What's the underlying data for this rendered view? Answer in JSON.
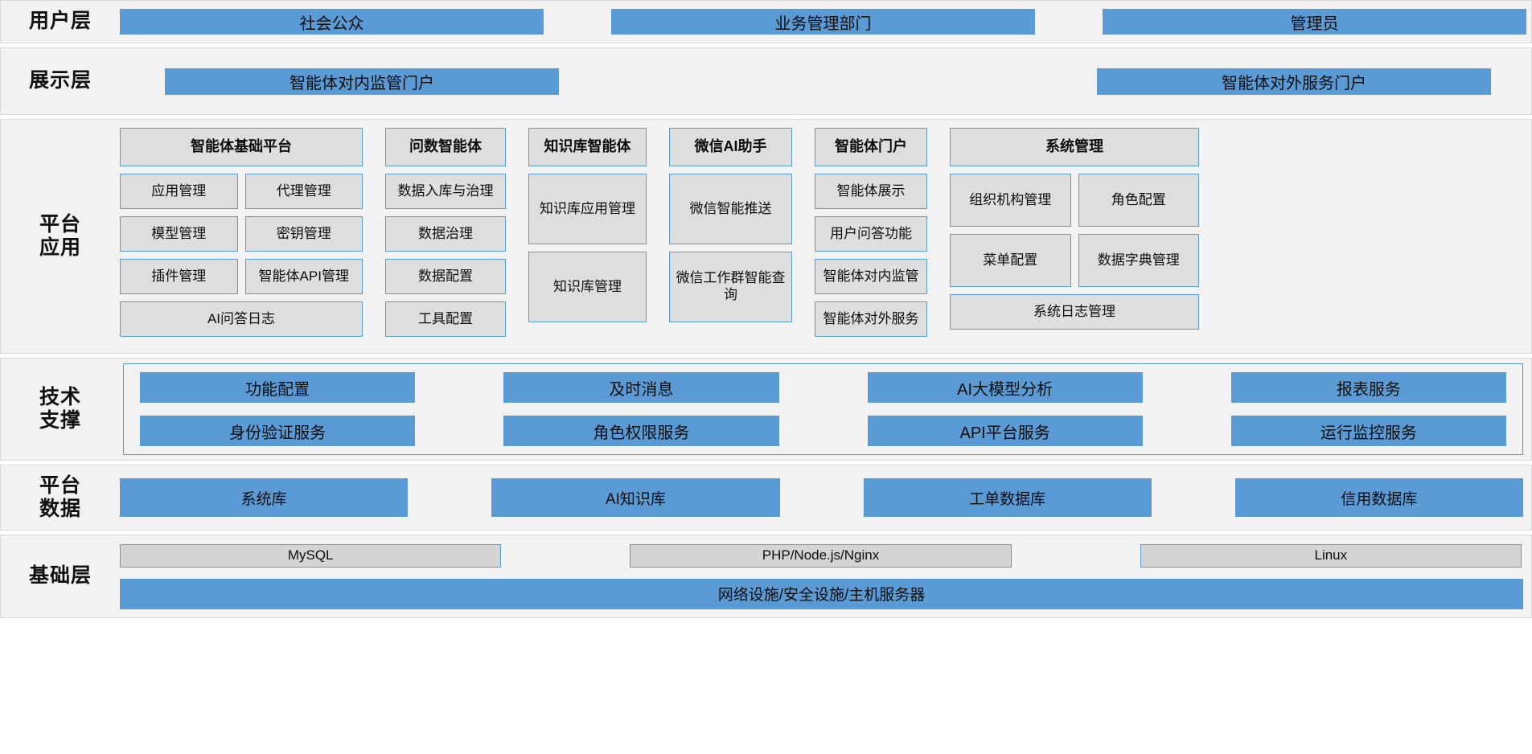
{
  "layers": {
    "user": {
      "label": "用户层",
      "items": [
        {
          "label": "社会公众"
        },
        {
          "label": "业务管理部门"
        },
        {
          "label": "管理员"
        }
      ]
    },
    "presentation": {
      "label": "展示层",
      "items": [
        {
          "label": "智能体对内监管门户"
        },
        {
          "label": "智能体对外服务门户"
        }
      ]
    },
    "platform_app": {
      "label": "平台\n应用",
      "label_line1": "平台",
      "label_line2": "应用",
      "columns": [
        {
          "head": "智能体基础平台",
          "pairs": [
            [
              "应用管理",
              "代理管理"
            ],
            [
              "模型管理",
              "密钥管理"
            ],
            [
              "插件管理",
              "智能体API管理"
            ]
          ],
          "footer": "AI问答日志"
        },
        {
          "head": "问数智能体",
          "items": [
            "数据入库与治理",
            "数据治理",
            "数据配置",
            "工具配置"
          ]
        },
        {
          "head": "知识库智能体",
          "items": [
            "知识库应用管理",
            "知识库管理"
          ]
        },
        {
          "head": "微信AI助手",
          "items": [
            "微信智能推送",
            "微信工作群智能查询"
          ]
        },
        {
          "head": "智能体门户",
          "items": [
            "智能体展示",
            "用户问答功能",
            "智能体对内监管",
            "智能体对外服务"
          ]
        },
        {
          "head": "系统管理",
          "pairs": [
            [
              "组织机构管理",
              "角色配置"
            ],
            [
              "菜单配置",
              "数据字典管理"
            ]
          ],
          "footer": "系统日志管理"
        }
      ]
    },
    "tech_support": {
      "label_line1": "技术",
      "label_line2": "支撑",
      "row1": [
        "功能配置",
        "及时消息",
        "AI大模型分析",
        "报表服务"
      ],
      "row2": [
        "身份验证服务",
        "角色权限服务",
        "API平台服务",
        "运行监控服务"
      ]
    },
    "platform_data": {
      "label_line1": "平台",
      "label_line2": "数据",
      "items": [
        "系统库",
        "AI知识库",
        "工单数据库",
        "信用数据库"
      ]
    },
    "infrastructure": {
      "label": "基础层",
      "top_items": [
        "MySQL",
        "PHP/Node.js/Nginx",
        "Linux"
      ],
      "bottom_item": "网络设施/安全设施/主机服务器"
    }
  },
  "colors": {
    "accent_blue": "#5b9bd5",
    "box_grey": "#dedede",
    "band_grey": "#f2f2f2",
    "plain_grey": "#d4d4d4"
  }
}
